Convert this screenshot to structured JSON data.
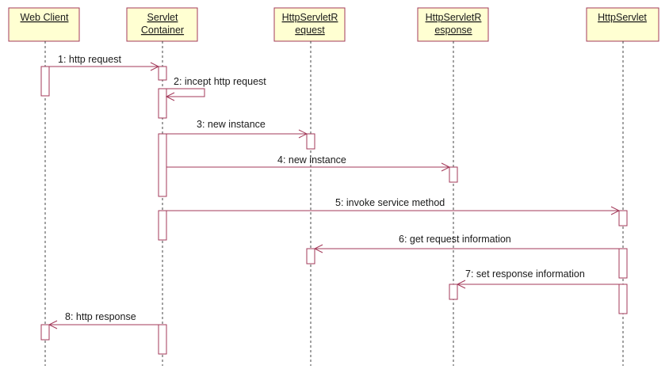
{
  "lifelines": [
    {
      "id": "web-client",
      "lines": [
        "Web Client"
      ]
    },
    {
      "id": "servlet-container",
      "lines": [
        "Servlet",
        "Container"
      ]
    },
    {
      "id": "http-servlet-request",
      "lines": [
        "HttpServletR",
        "equest"
      ]
    },
    {
      "id": "http-servlet-response",
      "lines": [
        "HttpServletR",
        "esponse"
      ]
    },
    {
      "id": "http-servlet",
      "lines": [
        "HttpServlet"
      ]
    }
  ],
  "messages": [
    {
      "label": "1: http request",
      "from": "web-client",
      "to": "servlet-container"
    },
    {
      "label": "2: incept http request",
      "from": "servlet-container",
      "to": "servlet-container"
    },
    {
      "label": "3: new instance",
      "from": "servlet-container",
      "to": "http-servlet-request"
    },
    {
      "label": "4: new instance",
      "from": "servlet-container",
      "to": "http-servlet-response"
    },
    {
      "label": "5: invoke service method",
      "from": "servlet-container",
      "to": "http-servlet"
    },
    {
      "label": "6: get request information",
      "from": "http-servlet",
      "to": "http-servlet-request"
    },
    {
      "label": "7: set response information",
      "from": "http-servlet",
      "to": "http-servlet-response"
    },
    {
      "label": "8: http response",
      "from": "servlet-container",
      "to": "web-client"
    }
  ],
  "colors": {
    "box_fill": "#ffffd2",
    "box_stroke": "#a33a5a",
    "message_line": "#a33a5a",
    "lifeline": "#444444"
  }
}
